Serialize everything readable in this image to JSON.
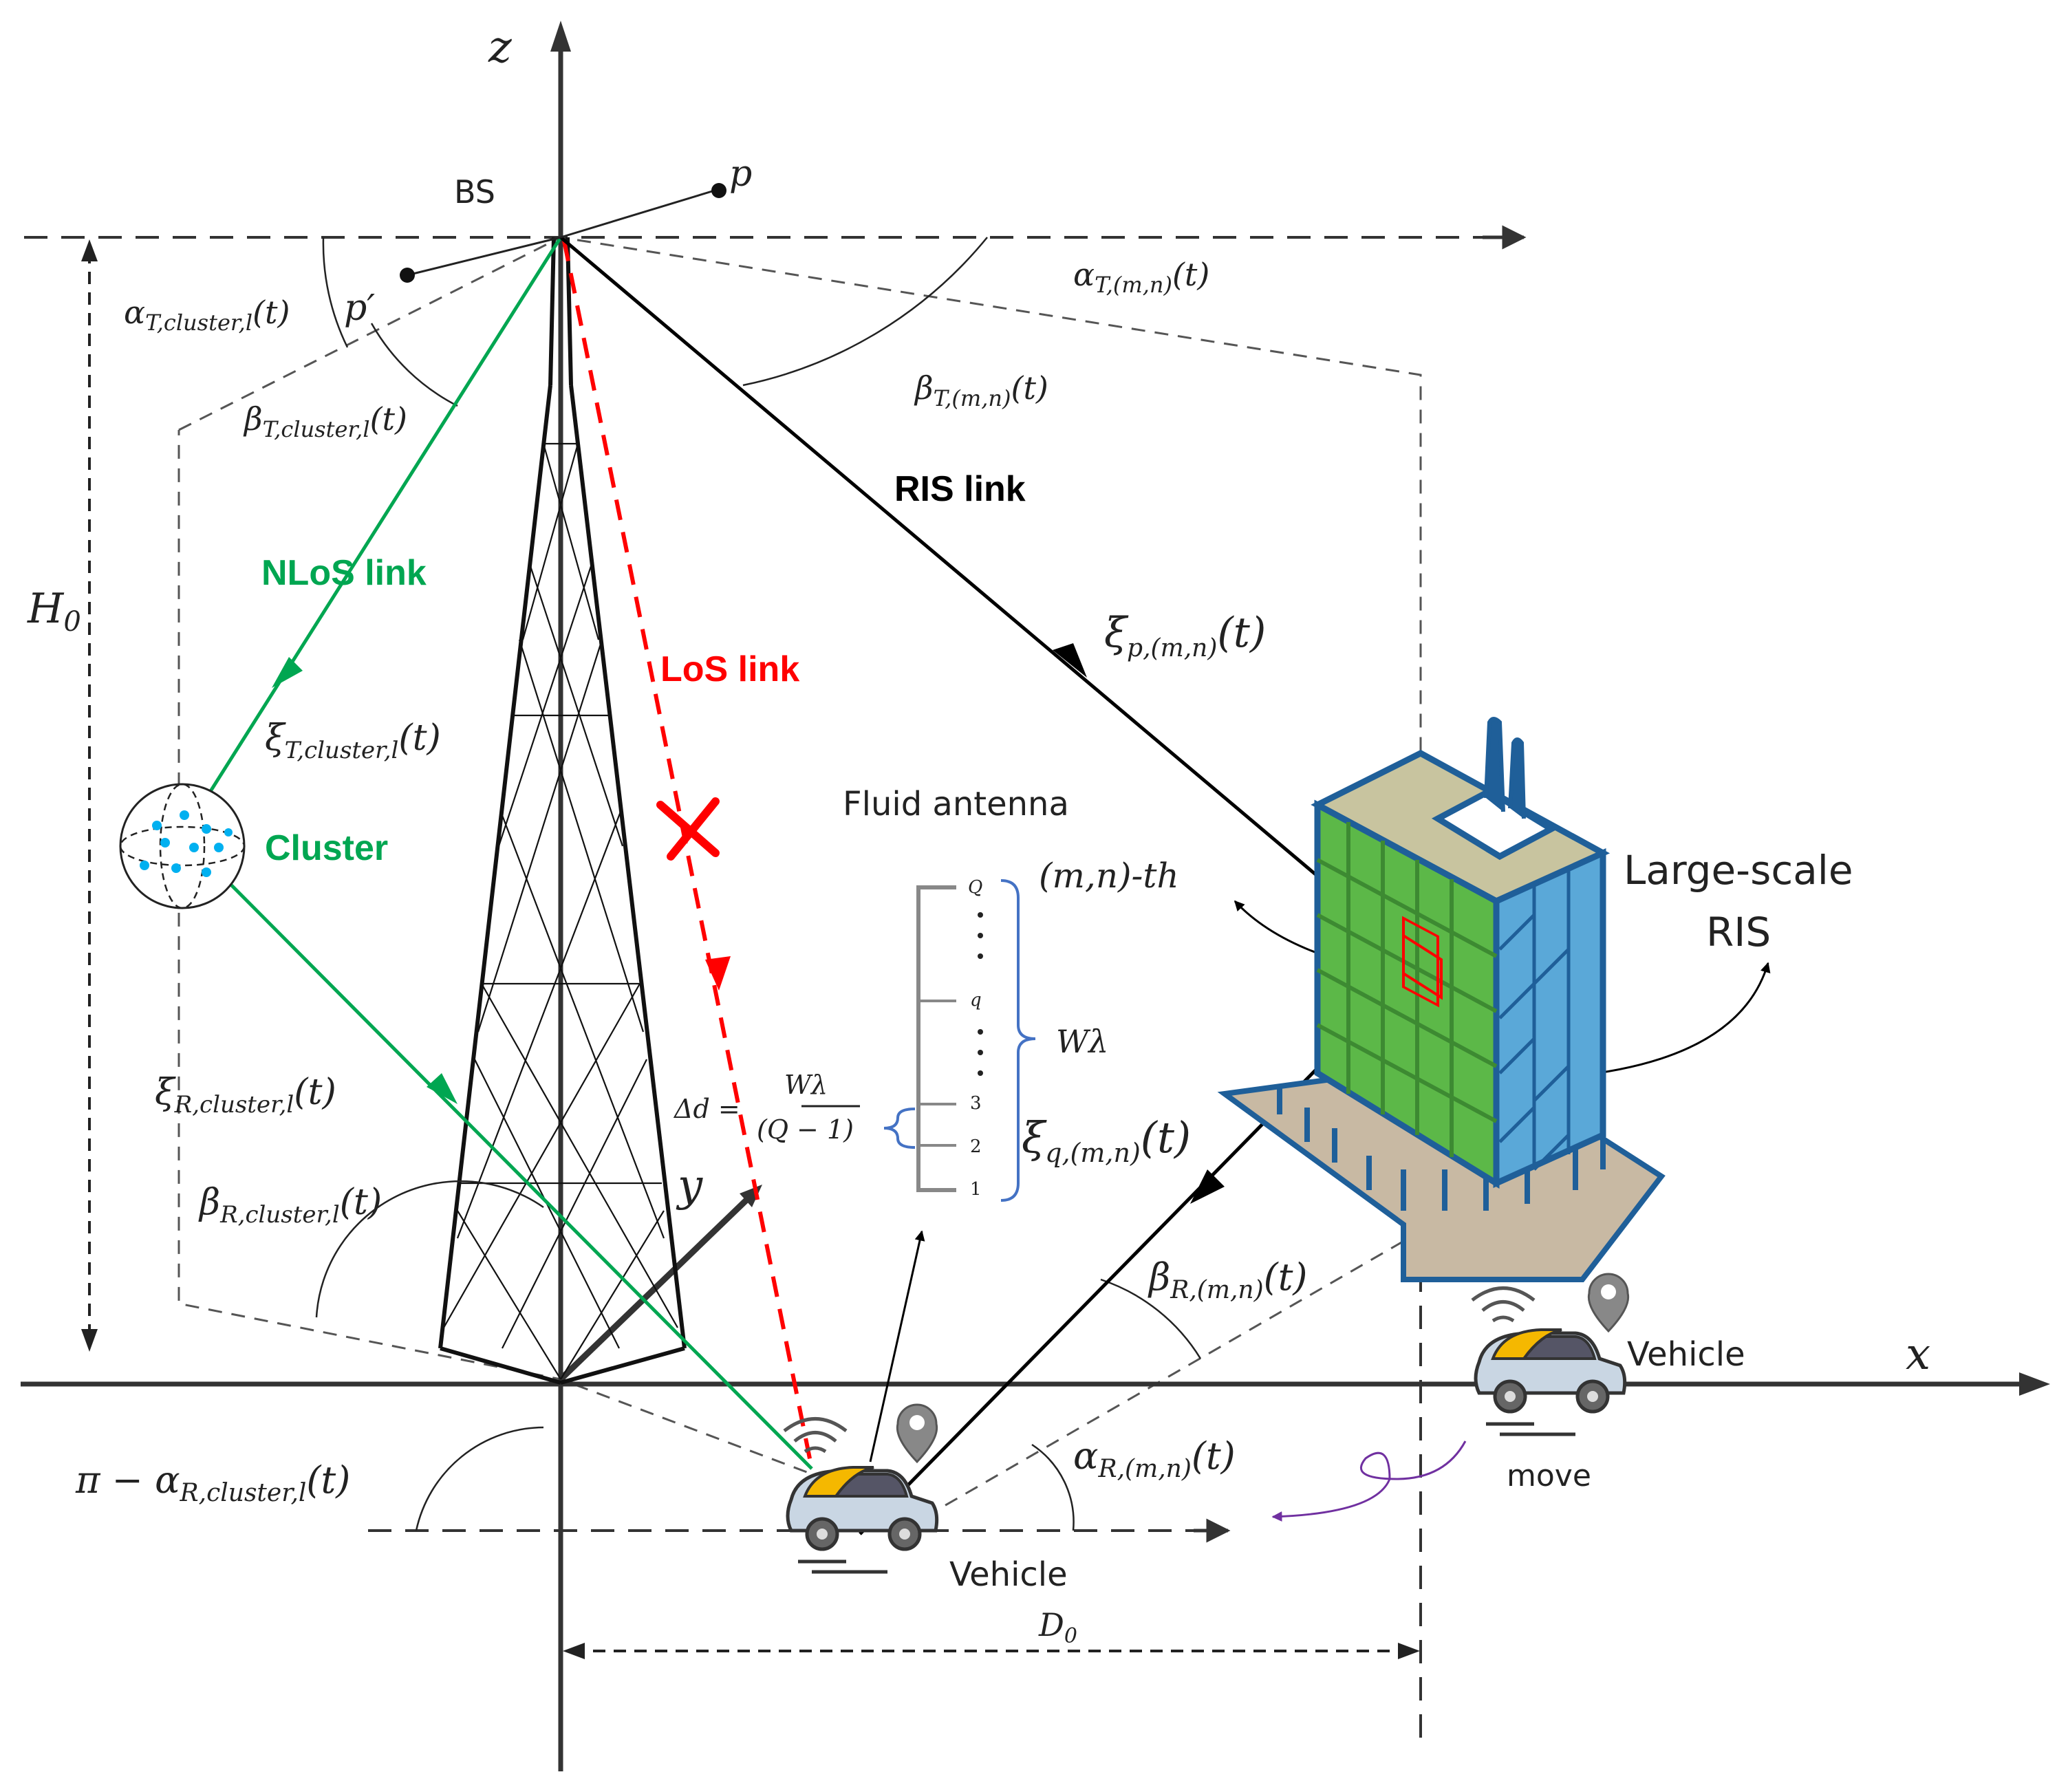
{
  "axes": {
    "z": "z",
    "x": "x",
    "y": "y",
    "h0": "H",
    "h0_sub": "0",
    "d0": "D",
    "d0_sub": "0"
  },
  "nodes": {
    "bs": "BS",
    "p": "p",
    "p_prime": "p′",
    "cluster": "Cluster",
    "fluid_antenna": "Fluid antenna",
    "ris_line1": "Large-scale",
    "ris_line2": "RIS",
    "vehicle_rx": "Vehicle",
    "vehicle_moved": "Vehicle",
    "move": "move"
  },
  "links": {
    "nlos": "NLoS link",
    "los": "LoS link",
    "ris": "RIS link"
  },
  "angles": {
    "alpha_t_cluster": {
      "sym": "α",
      "sub": "T,cluster,l",
      "arg": "(t)"
    },
    "beta_t_cluster": {
      "sym": "β",
      "sub": "T,cluster,l",
      "arg": "(t)"
    },
    "alpha_t_mn": {
      "sym": "α",
      "sub": "T,(m,n)",
      "arg": "(t)"
    },
    "beta_t_mn": {
      "sym": "β",
      "sub": "T,(m,n)",
      "arg": "(t)"
    },
    "xi_p_mn": {
      "sym": "ξ",
      "sub": "p,(m,n)",
      "arg": "(t)"
    },
    "xi_t_cluster": {
      "sym": "ξ",
      "sub": "T,cluster,l",
      "arg": "(t)"
    },
    "xi_r_cluster": {
      "sym": "ξ",
      "sub": "R,cluster,l",
      "arg": "(t)"
    },
    "beta_r_cluster": {
      "sym": "β",
      "sub": "R,cluster,l",
      "arg": "(t)"
    },
    "alpha_r_cluster": {
      "sym": "π − α",
      "sub": "R,cluster,l",
      "arg": "(t)"
    },
    "beta_r_mn": {
      "sym": "β",
      "sub": "R,(m,n)",
      "arg": "(t)"
    },
    "alpha_r_mn": {
      "sym": "α",
      "sub": "R,(m,n)",
      "arg": "(t)"
    },
    "xi_q_mn": {
      "sym": "ξ",
      "sub": "q,(m,n)",
      "arg": "(t)"
    }
  },
  "antenna": {
    "top_label": "(m,n)-th",
    "span_label": "Wλ",
    "delta": "Δd =",
    "numerator": "Wλ",
    "denominator": "(Q − 1)",
    "ports": [
      "Q",
      "q",
      "3",
      "2",
      "1"
    ]
  },
  "colors": {
    "nlos": "#00a651",
    "los": "#ff0000",
    "ris": "#000000",
    "bracket": "#4472c4",
    "building_green": "#5cb848",
    "building_blue": "#1f5f99",
    "move_arrow": "#7030a0",
    "car_yellow": "#f5b800"
  }
}
